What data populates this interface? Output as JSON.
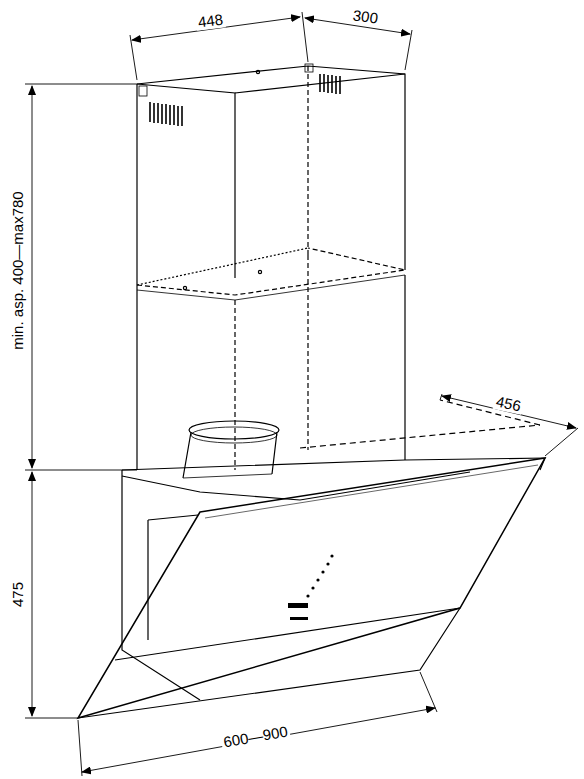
{
  "diagram": {
    "labels": [
      "448",
      "300",
      "min. asp. 400—max780",
      "456",
      "475",
      "600—900"
    ]
  }
}
